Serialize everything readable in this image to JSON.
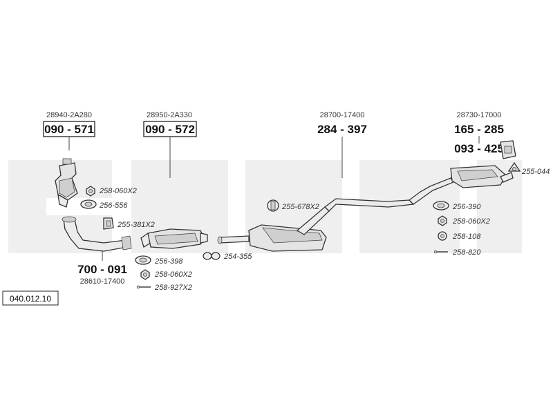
{
  "diagram_ref": "040.012.10",
  "parts": {
    "cat1": {
      "oe": "28940-2A280",
      "part": "090 - 571"
    },
    "cat2": {
      "oe": "28950-2A330",
      "part": "090 - 572"
    },
    "mid": {
      "oe": "28700-17400",
      "part": "284 - 397"
    },
    "rear": {
      "oe": "28730-17000",
      "part": "165 - 285"
    },
    "hanger": {
      "part": "093 - 425"
    },
    "front_pipe": {
      "oe": "28610-17400",
      "part": "700 - 091"
    }
  },
  "accessories": {
    "a1": "258-060X2",
    "a2": "256-556",
    "a3": "255-381X2",
    "a4": "256-398",
    "a5": "258-060X2",
    "a6": "258-927X2",
    "a7": "254-355",
    "a8": "255-678X2",
    "a9": "256-390",
    "a10": "258-060X2",
    "a11": "258-108",
    "a12": "258-820",
    "a13": "255-044"
  },
  "icons": {
    "nut": "hex-nut-icon",
    "gasket": "gasket-icon",
    "clamp": "clamp-icon",
    "mount": "rubber-mount-icon",
    "bolt": "bolt-icon"
  }
}
